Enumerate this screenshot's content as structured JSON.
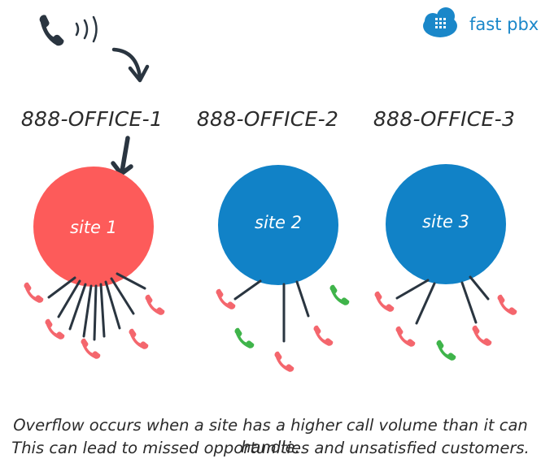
{
  "brand": {
    "name": "fast pbx"
  },
  "offices": [
    {
      "number": "888-OFFICE-1",
      "site": "site 1",
      "status": "overflow"
    },
    {
      "number": "888-OFFICE-2",
      "site": "site 2",
      "status": "normal"
    },
    {
      "number": "888-OFFICE-3",
      "site": "site 3",
      "status": "normal"
    }
  ],
  "caption": {
    "line1": "Overflow occurs when a site has a higher call volume than it can handle.",
    "line2": "This can lead to missed opportunities and unsatisfied customers."
  },
  "colors": {
    "overflow_site": "#fd5b5a",
    "normal_site": "#1182c7",
    "missed_call": "#f4666d",
    "answered_call": "#3fb44a",
    "arrow": "#2a3540",
    "brand": "#1a87c9"
  },
  "icons": {
    "incoming_call": "ringing-phone-icon",
    "missed_call": "red-phone-icon",
    "answered_call": "green-phone-icon",
    "logo": "cloud-phone-logo-icon"
  }
}
